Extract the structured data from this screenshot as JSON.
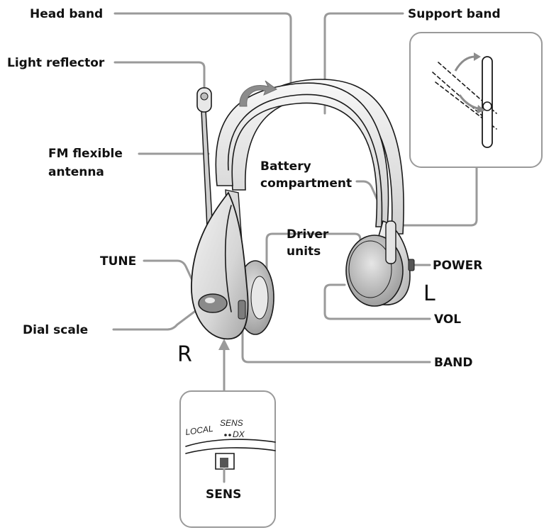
{
  "labels": {
    "head_band": "Head band",
    "support_band": "Support band",
    "light_reflector": "Light reflector",
    "fm_antenna_line1": "FM flexible",
    "fm_antenna_line2": "antenna",
    "battery_line1": "Battery",
    "battery_line2": "compartment",
    "driver_line1": "Driver",
    "driver_line2": "units",
    "tune": "TUNE",
    "power": "POWER",
    "dial_scale": "Dial scale",
    "vol": "VOL",
    "band": "BAND",
    "sens": "SENS",
    "side_right": "R",
    "side_left": "L"
  },
  "sens_inset": {
    "local": "LOCAL",
    "sens": "SENS",
    "dx": "DX"
  }
}
